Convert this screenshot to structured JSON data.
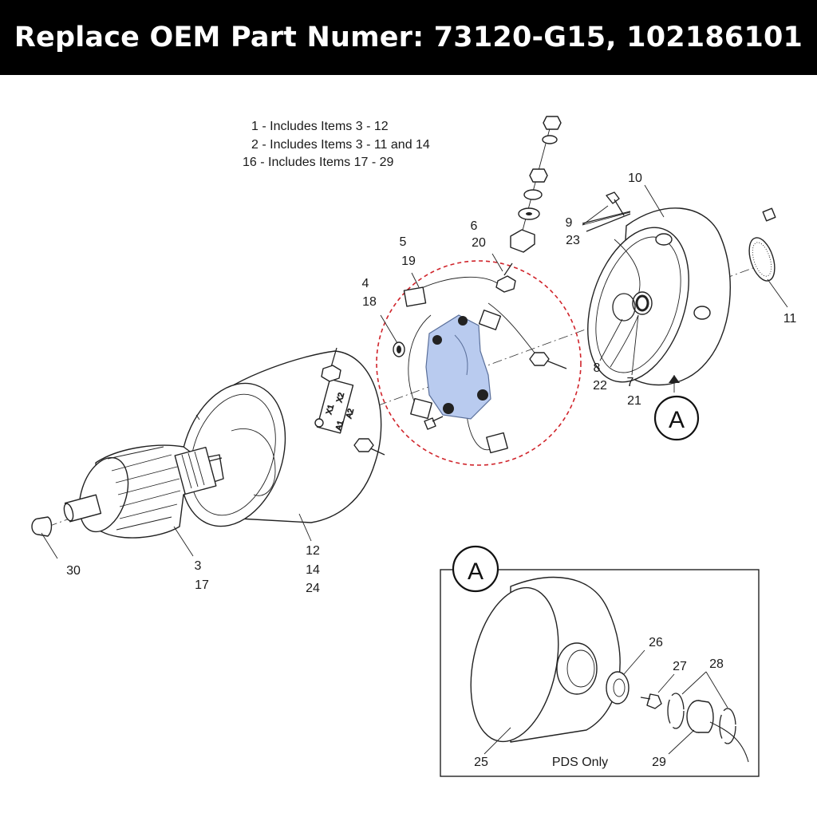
{
  "header": {
    "title": "Replace OEM Part Numer: 73120-G15, 102186101"
  },
  "notes": [
    "1 - Includes Items 3 - 12",
    "2 - Includes Items 3 - 11 and 14",
    "16 - Includes Items 17 - 29"
  ],
  "callouts": {
    "c4": "4",
    "c18": "18",
    "c5": "5",
    "c19": "19",
    "c6": "6",
    "c20": "20",
    "c9": "9",
    "c23": "23",
    "c10": "10",
    "c11": "11",
    "c8": "8",
    "c22": "22",
    "c7": "7",
    "c21": "21",
    "c3": "3",
    "c17": "17",
    "c30": "30",
    "c12": "12",
    "c14": "14",
    "c24": "24",
    "c26": "26",
    "c27": "27",
    "c28": "28",
    "c25": "25",
    "c29": "29"
  },
  "detail": {
    "marker": "A",
    "inset_marker": "A",
    "pds_label": "PDS Only"
  },
  "terminal_labels": {
    "t1": "X1",
    "t2": "X2",
    "t3": "A1",
    "t4": "A2"
  },
  "colors": {
    "highlight": "#b9cbef",
    "highlight_dark": "#8aa4d6",
    "dashed_circle": "#d0242b"
  }
}
